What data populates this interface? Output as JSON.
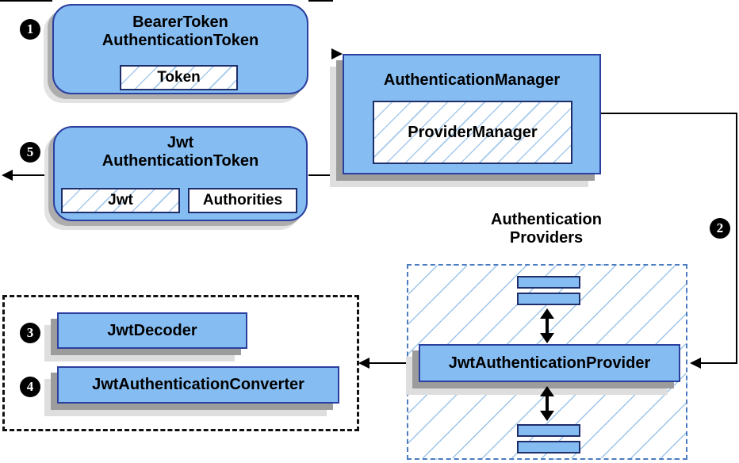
{
  "colors": {
    "node_fill": "#85BDF3",
    "node_border": "#2B3F9E",
    "inner_border": "#1F2D69",
    "hatch_line": "#A6C9EC",
    "providers_group_border": "#4B7BBF",
    "decoder_group_border": "#111111",
    "connector": "#000000",
    "shadow_dark": "#9C9C9C",
    "shadow_light": "#DEDEDE",
    "background": "#FFFFFF"
  },
  "steps": {
    "one": "1",
    "two": "2",
    "three": "3",
    "four": "4",
    "five": "5"
  },
  "nodes": {
    "bearer_token": {
      "title_line1": "BearerToken",
      "title_line2": "AuthenticationToken",
      "token_label": "Token"
    },
    "authentication_manager": {
      "title": "AuthenticationManager",
      "provider_manager_label": "ProviderManager"
    },
    "jwt_authentication_token": {
      "title_line1": "Jwt",
      "title_line2": "AuthenticationToken",
      "jwt_label": "Jwt",
      "authorities_label": "Authorities"
    },
    "authentication_providers": {
      "heading_line1": "Authentication",
      "heading_line2": "Providers",
      "provider_label": "JwtAuthenticationProvider"
    },
    "decoder_group": {
      "decoder_label": "JwtDecoder",
      "converter_label": "JwtAuthenticationConverter"
    }
  }
}
